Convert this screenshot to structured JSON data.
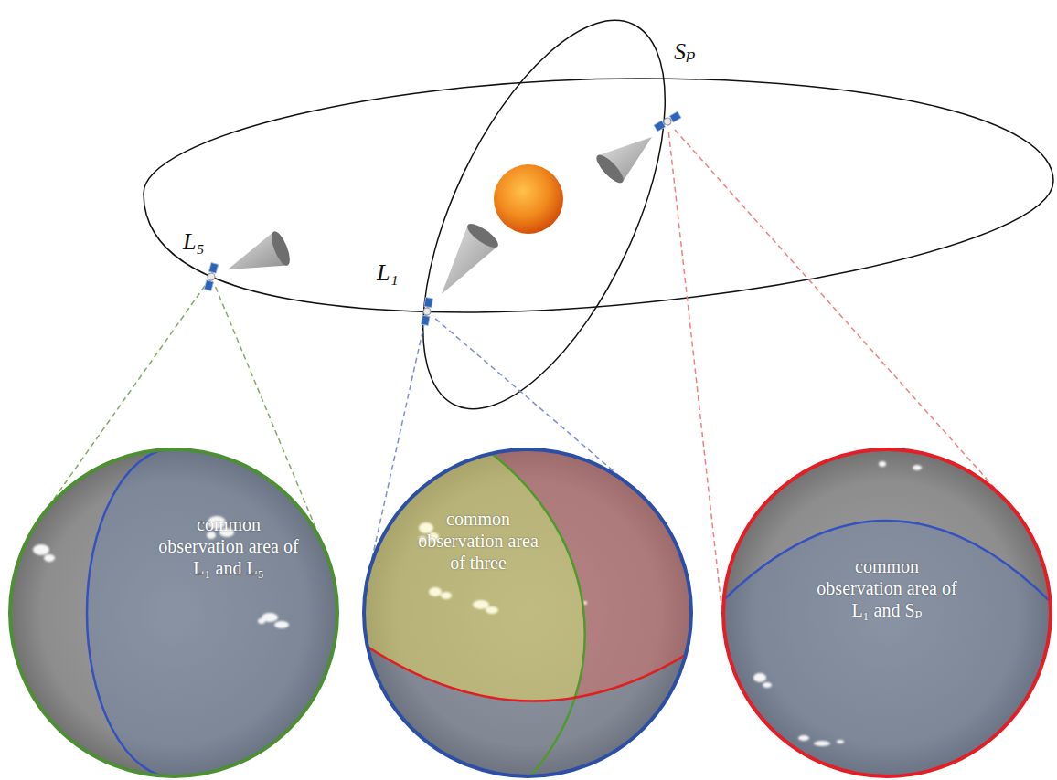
{
  "diagram": {
    "nodes": [
      {
        "text": [
          "L₅"
        ]
      },
      {
        "text": [
          "L₁"
        ]
      },
      {
        "text": [
          "Sₚ"
        ]
      },
      {
        "text": [
          "common observation area of L₁ and L₅"
        ]
      },
      {
        "text": [
          "common observation area of three"
        ]
      },
      {
        "text": [
          "common observation area of L₁ and Sₚ"
        ]
      }
    ],
    "edges": [
      {
        "from": 0,
        "to": 3,
        "arrow": "none"
      },
      {
        "from": 0,
        "to": 3,
        "arrow": "none"
      },
      {
        "from": 1,
        "to": 4,
        "arrow": "none"
      },
      {
        "from": 1,
        "to": 4,
        "arrow": "none"
      },
      {
        "from": 2,
        "to": 5,
        "arrow": "none"
      },
      {
        "from": 2,
        "to": 5,
        "arrow": "none"
      }
    ]
  }
}
